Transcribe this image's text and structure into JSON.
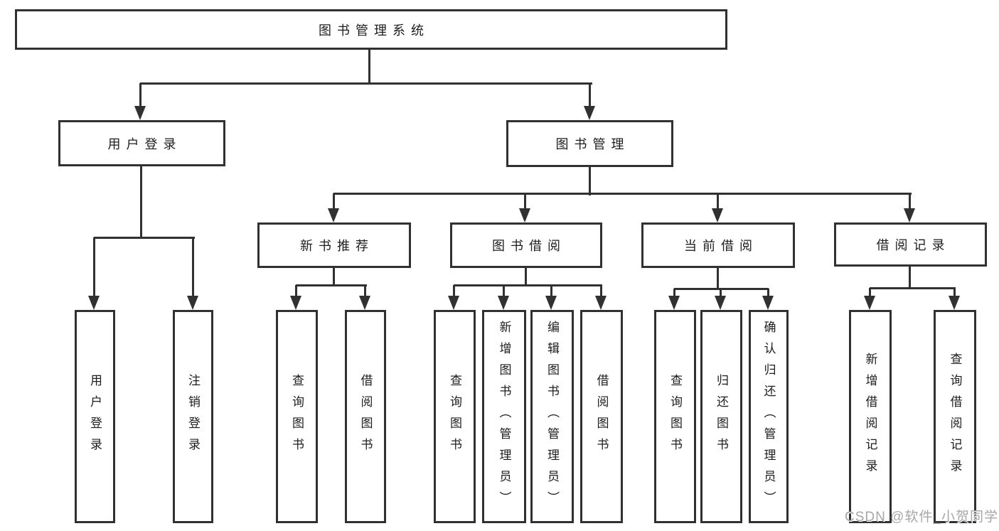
{
  "diagram": {
    "colors": {
      "background": "#ffffff",
      "line": "#313131",
      "text": "#1d1d1d",
      "watermark": "#a6a6a6"
    },
    "watermark": {
      "text": "CSDN @软件_小贺同学"
    },
    "tree": {
      "label": "图书管理系统",
      "children": [
        {
          "label": "用户登录",
          "children": [
            {
              "label": "用户登录"
            },
            {
              "label": "注销登录"
            }
          ]
        },
        {
          "label": "图书管理",
          "children": [
            {
              "label": "新书推荐",
              "children": [
                {
                  "label": "查询图书"
                },
                {
                  "label": "借阅图书"
                }
              ]
            },
            {
              "label": "图书借阅",
              "children": [
                {
                  "label": "查询图书"
                },
                {
                  "label": "新增图书（管理员）"
                },
                {
                  "label": "编辑图书（管理员）"
                },
                {
                  "label": "借阅图书"
                }
              ]
            },
            {
              "label": "当前借阅",
              "children": [
                {
                  "label": "查询图书"
                },
                {
                  "label": "归还图书"
                },
                {
                  "label": "确认归还（管理员）"
                }
              ]
            },
            {
              "label": "借阅记录",
              "children": [
                {
                  "label": "新增借阅记录"
                },
                {
                  "label": "查询借阅记录"
                }
              ]
            }
          ]
        }
      ]
    }
  }
}
